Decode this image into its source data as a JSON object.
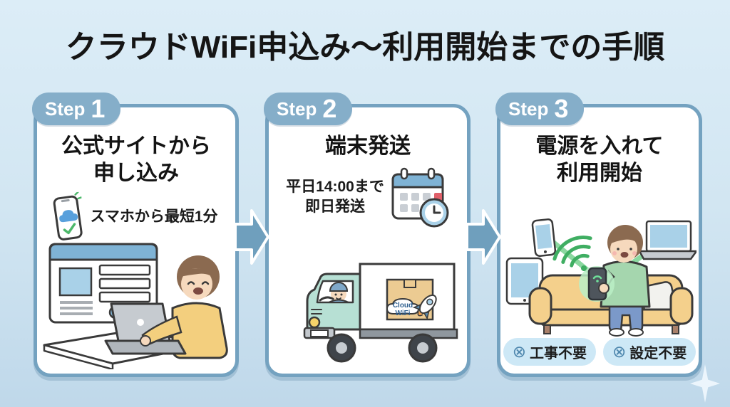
{
  "title": "クラウドWiFi申込み〜利用開始までの手順",
  "steps": [
    {
      "badge_label": "Step",
      "badge_number": "1",
      "title": "公式サイトから\n申し込み",
      "note": "スマホから最短1分"
    },
    {
      "badge_label": "Step",
      "badge_number": "2",
      "title": "端末発送",
      "note": "平日14:00まで\n即日発送"
    },
    {
      "badge_label": "Step",
      "badge_number": "3",
      "title": "電源を入れて\n利用開始",
      "features": [
        {
          "icon": "no-symbol-icon",
          "label": "工事不要"
        },
        {
          "icon": "no-symbol-icon",
          "label": "設定不要"
        }
      ]
    }
  ],
  "icons": {
    "no_symbol": "⊗"
  },
  "illustrations": {
    "truck_box": {
      "line1": "Cloud",
      "line2": "WiFi"
    }
  },
  "colors": {
    "accent_steel_blue": "#74a2c0",
    "badge_blue": "#85aec9",
    "light_blue_fill": "#a9d1e8",
    "header_blue": "#7fb3d5",
    "success_green": "#4cb86a",
    "wifi_line_green": "#8bd8a0",
    "pill_blue": "#cde8f6",
    "alert_red": "#e0606a"
  }
}
